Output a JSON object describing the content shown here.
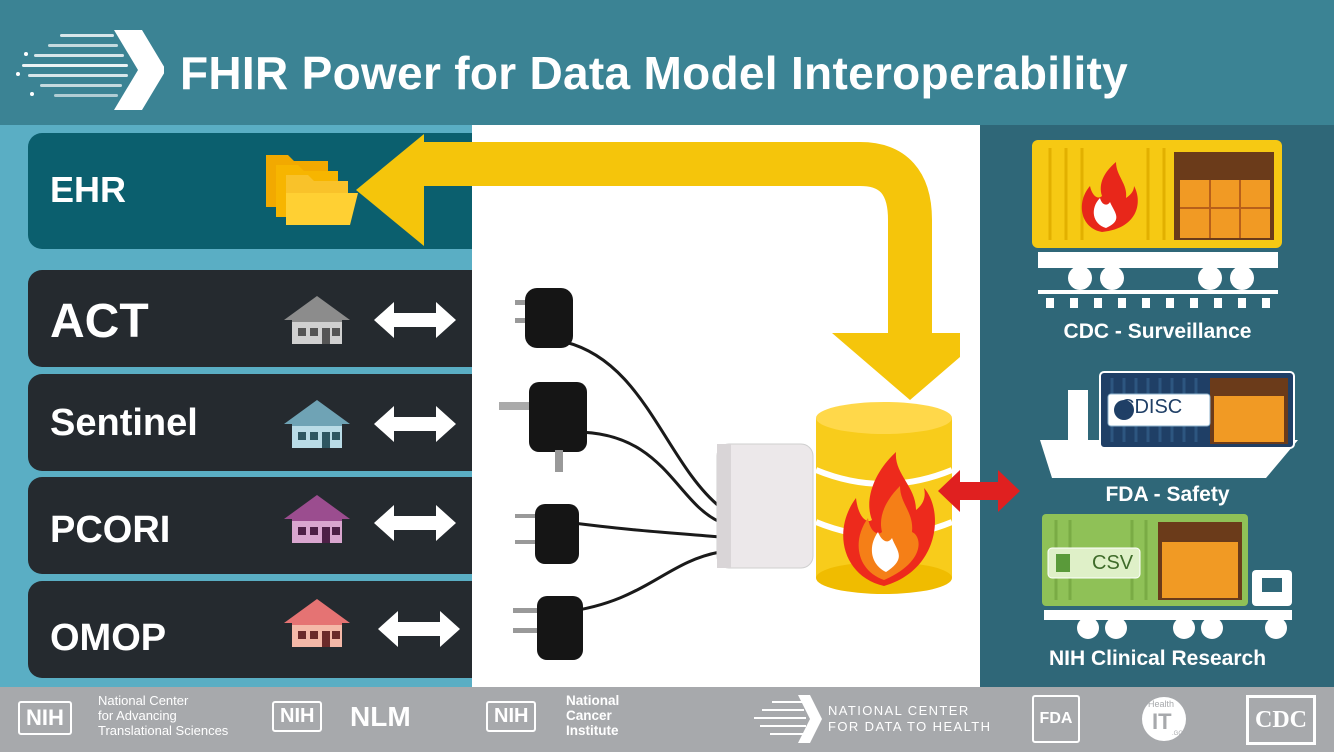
{
  "header": {
    "title": "FHIR Power for Data Model Interoperability"
  },
  "data_sources": [
    {
      "label": "EHR",
      "icon": "folder-icon"
    },
    {
      "label": "ACT",
      "icon": "house-icon",
      "house_color": "#8c8c8c"
    },
    {
      "label": "Sentinel",
      "icon": "house-icon",
      "house_color": "#6fa3b5"
    },
    {
      "label": "PCORI",
      "icon": "house-icon",
      "house_color": "#9b4d8f"
    },
    {
      "label": "OMOP",
      "icon": "house-icon",
      "house_color": "#e57373"
    }
  ],
  "destinations": [
    {
      "caption": "CDC - Surveillance",
      "container_color": "#f6c913"
    },
    {
      "caption": "FDA - Safety",
      "badge": "CDISC"
    },
    {
      "caption": "NIH Clinical Research",
      "badge": "CSV",
      "container_color": "#8fc157"
    }
  ],
  "footer": {
    "ncats_mark": "NIH",
    "ncats_text_1": "National Center",
    "ncats_text_2": "for Advancing",
    "ncats_text_3": "Translational Sciences",
    "nlm_mark": "NIH",
    "nlm_text": "NLM",
    "nci_mark": "NIH",
    "nci_text_1": "National",
    "nci_text_2": "Cancer",
    "nci_text_3": "Institute",
    "ncdh_text_1": "NATIONAL CENTER",
    "ncdh_text_2": "FOR DATA TO HEALTH",
    "fda_text": "FDA",
    "healthit_text": "Health",
    "healthit_mark": "IT",
    "healthit_sub": ".GOV",
    "cdc_text": "CDC"
  },
  "colors": {
    "header": "#3b8394",
    "arrow_yellow": "#f5c50b",
    "database_yellow": "#f8cc1b",
    "double_arrow_red": "#e02020"
  }
}
